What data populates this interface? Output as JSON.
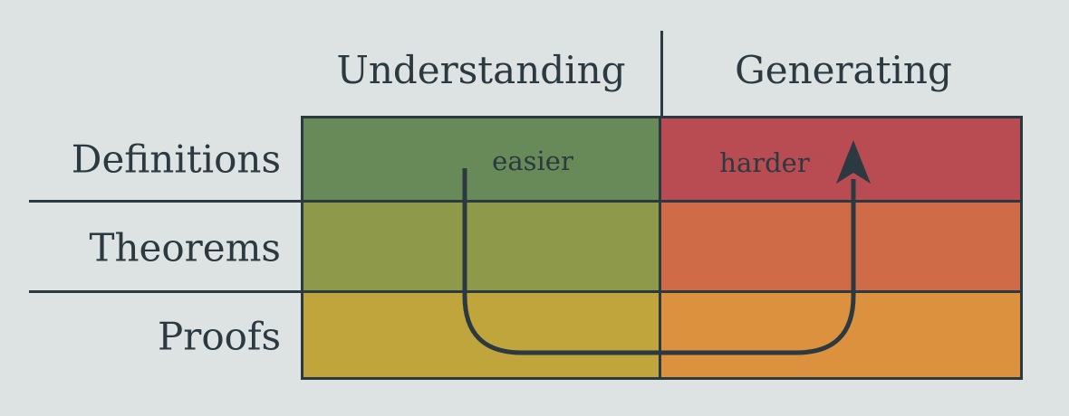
{
  "diagram": {
    "background_color": "#dde2e2",
    "line_color": "#2b3940",
    "column_headers": [
      {
        "label": "Understanding"
      },
      {
        "label": "Generating"
      }
    ],
    "row_headers": [
      {
        "label": "Definitions"
      },
      {
        "label": "Theorems"
      },
      {
        "label": "Proofs"
      }
    ],
    "cells": [
      {
        "row": "Definitions",
        "col": "Understanding",
        "color": "#688a58"
      },
      {
        "row": "Definitions",
        "col": "Generating",
        "color": "#b84c52"
      },
      {
        "row": "Theorems",
        "col": "Understanding",
        "color": "#8e9a4a"
      },
      {
        "row": "Theorems",
        "col": "Generating",
        "color": "#cf6b47"
      },
      {
        "row": "Proofs",
        "col": "Understanding",
        "color": "#c0a43c"
      },
      {
        "row": "Proofs",
        "col": "Generating",
        "color": "#dc913e"
      }
    ],
    "annotations": {
      "easier": "easier",
      "harder": "harder"
    },
    "arrow": {
      "icon": "u-curve-arrow-up-icon"
    }
  }
}
